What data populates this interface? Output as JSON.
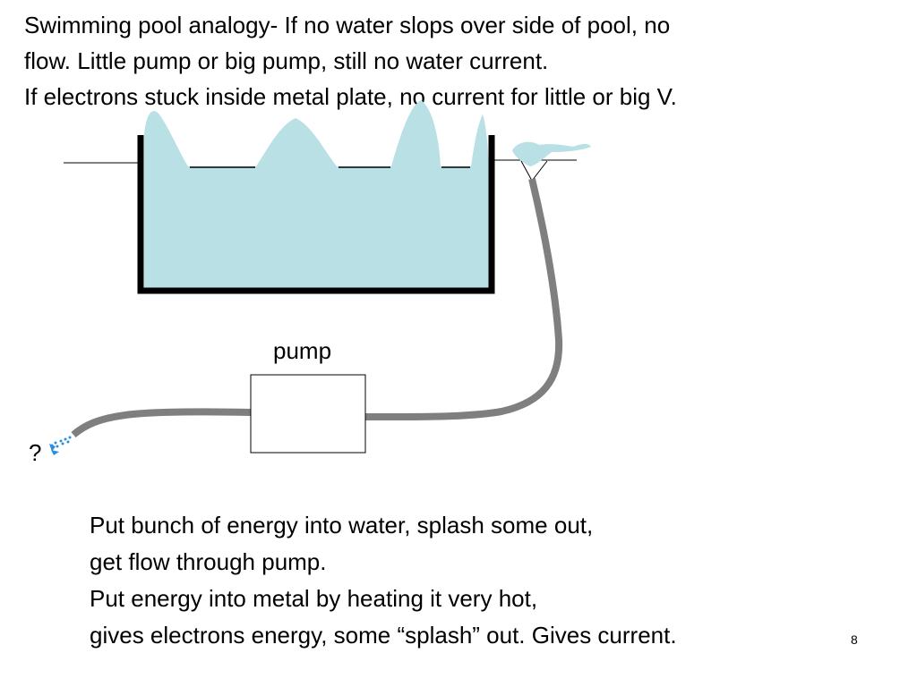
{
  "heading": {
    "line1": "Swimming pool analogy- If no water slops over side of pool, no",
    "line2": "flow.  Little pump or big pump, still no water current.",
    "line3": "If electrons stuck inside metal plate, no current for little or big V."
  },
  "diagram": {
    "pump_label": "pump",
    "question_mark": "?",
    "colors": {
      "water": "#b9e0e5",
      "hose": "#7f7f7f",
      "pool_wall": "#000000",
      "spray": "#2b8fe0"
    }
  },
  "explanation": {
    "line1": "Put bunch of energy into water, splash some out,",
    "line2": "get flow through pump.",
    "line3": "Put energy into metal by heating it very hot,",
    "line4": "gives electrons energy, some “splash” out.  Gives current."
  },
  "slide_number": "8"
}
